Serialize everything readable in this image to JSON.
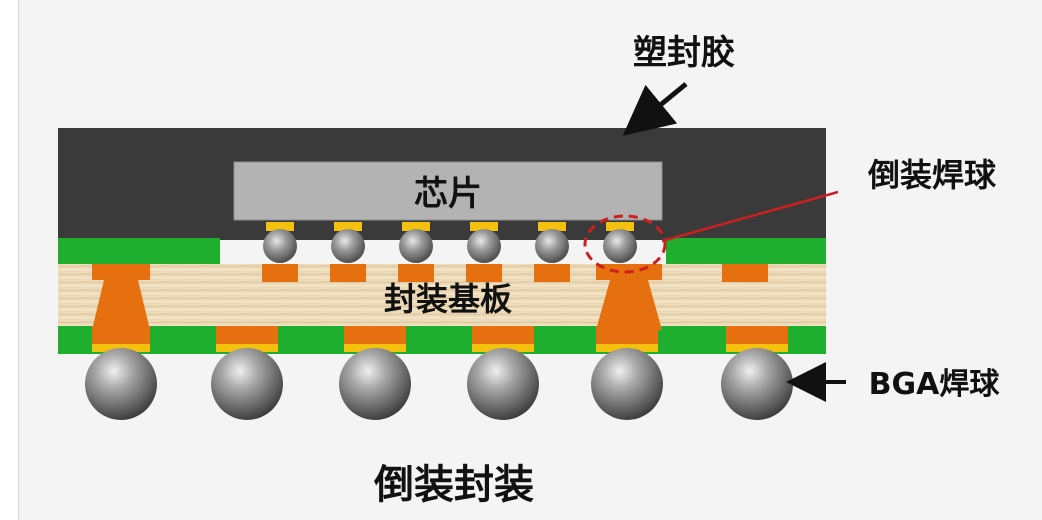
{
  "labels": {
    "molding": "塑封胶",
    "chip": "芯片",
    "flip_bump": "倒装焊球",
    "substrate": "封装基板",
    "bga_ball": "BGA焊球",
    "caption": "倒装封装"
  },
  "colors": {
    "molding": "#3a3a3a",
    "chip": "#b3b3b3",
    "solder_mask": "#1fae2d",
    "substrate": "#ead7b3",
    "copper": "#e6700f",
    "pad": "#f4c20d",
    "ball": "#8c8c8c",
    "leader": "#cc1f1f"
  },
  "structure": {
    "flip_bumps": 6,
    "bga_balls": 6,
    "vias": 2
  }
}
